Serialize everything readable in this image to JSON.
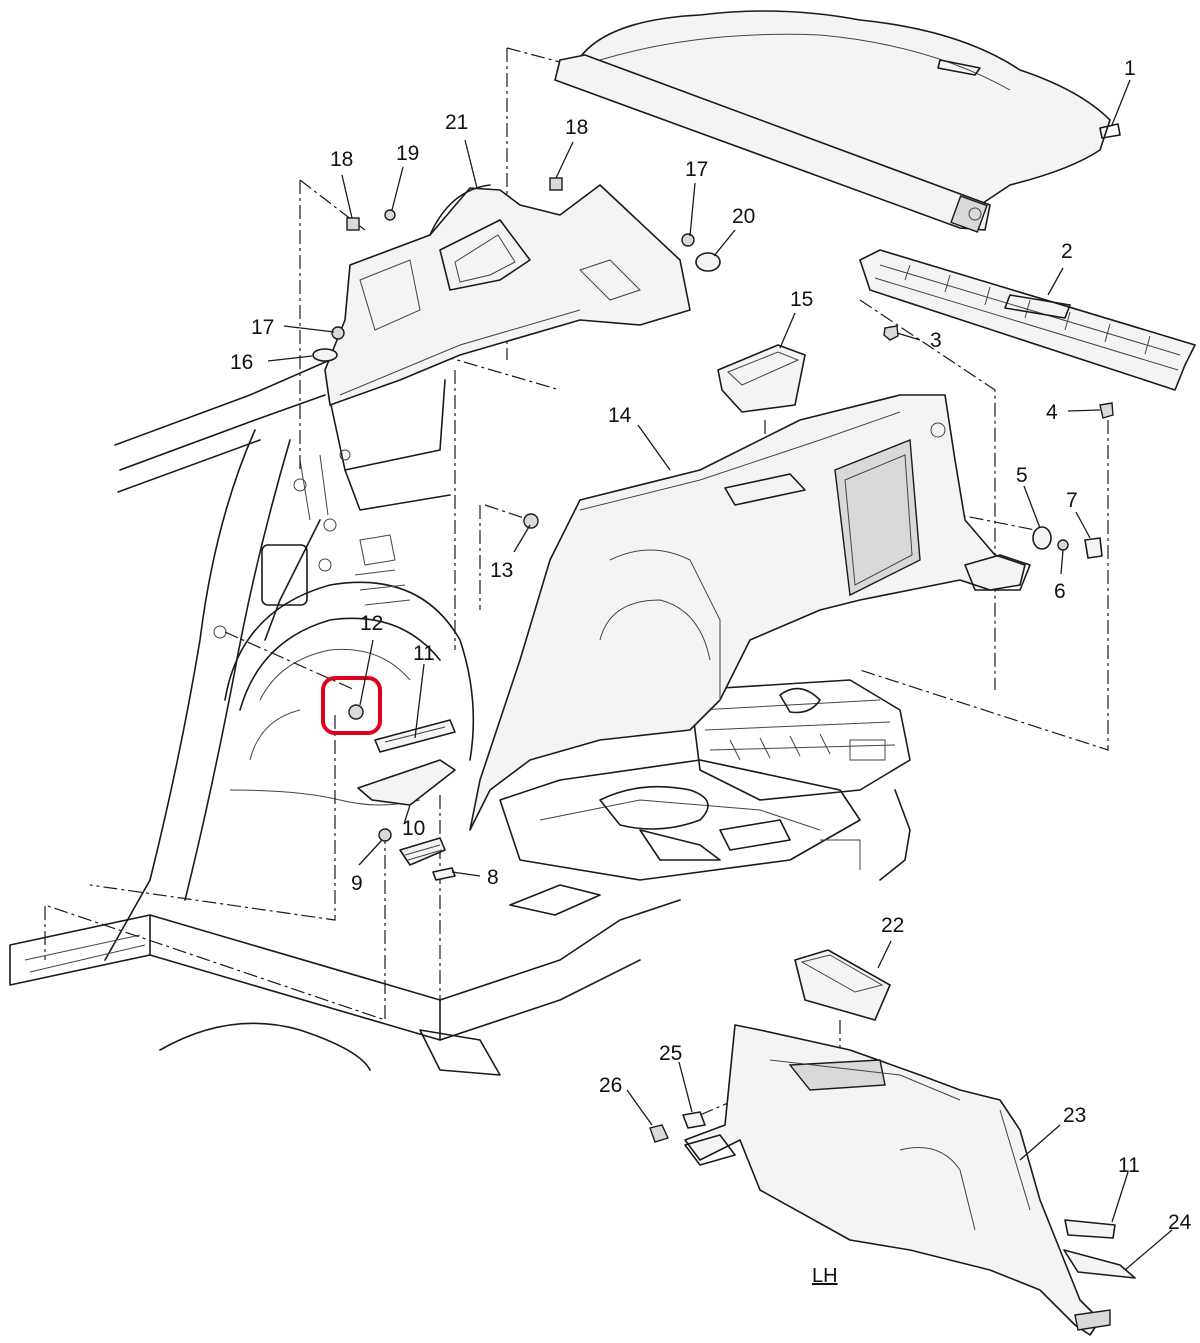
{
  "diagram": {
    "orientation_label": "LH",
    "highlight_color": "#e0001b",
    "highlighted_callout": "12",
    "callouts": [
      {
        "id": "c1",
        "label": "1"
      },
      {
        "id": "c2",
        "label": "2"
      },
      {
        "id": "c3",
        "label": "3"
      },
      {
        "id": "c4",
        "label": "4"
      },
      {
        "id": "c5",
        "label": "5"
      },
      {
        "id": "c6",
        "label": "6"
      },
      {
        "id": "c7",
        "label": "7"
      },
      {
        "id": "c8",
        "label": "8"
      },
      {
        "id": "c9",
        "label": "9"
      },
      {
        "id": "c10",
        "label": "10"
      },
      {
        "id": "c11a",
        "label": "11"
      },
      {
        "id": "c11b",
        "label": "11"
      },
      {
        "id": "c12",
        "label": "12"
      },
      {
        "id": "c13",
        "label": "13"
      },
      {
        "id": "c14",
        "label": "14"
      },
      {
        "id": "c15",
        "label": "15"
      },
      {
        "id": "c16",
        "label": "16"
      },
      {
        "id": "c17a",
        "label": "17"
      },
      {
        "id": "c17b",
        "label": "17"
      },
      {
        "id": "c18a",
        "label": "18"
      },
      {
        "id": "c18b",
        "label": "18"
      },
      {
        "id": "c19",
        "label": "19"
      },
      {
        "id": "c20",
        "label": "20"
      },
      {
        "id": "c21",
        "label": "21"
      },
      {
        "id": "c22",
        "label": "22"
      },
      {
        "id": "c23",
        "label": "23"
      },
      {
        "id": "c24",
        "label": "24"
      },
      {
        "id": "c25",
        "label": "25"
      },
      {
        "id": "c26",
        "label": "26"
      }
    ]
  }
}
